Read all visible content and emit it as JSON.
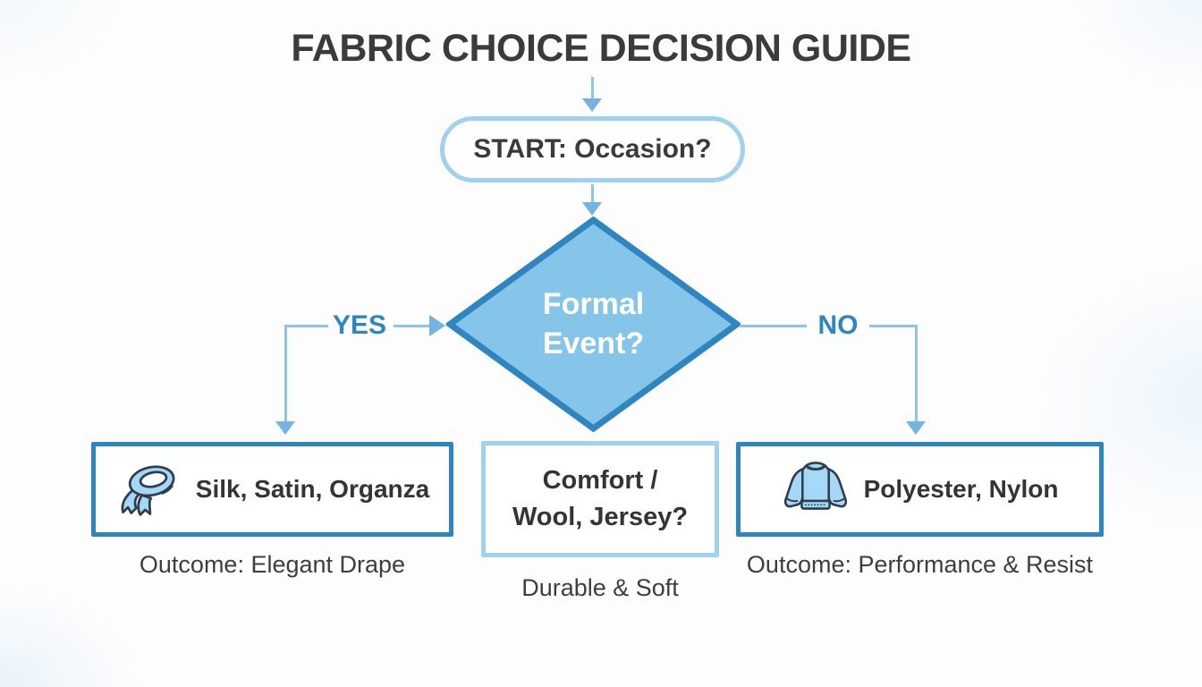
{
  "title": "FABRIC CHOICE DECISION GUIDE",
  "flow": {
    "start": {
      "label": "START: Occasion?"
    },
    "decision": {
      "line1": "Formal",
      "line2": "Event?"
    },
    "yes_label": "YES",
    "no_label": "NO",
    "outcomes": {
      "formal": {
        "icon": "scarf-icon",
        "label": "Silk, Satin, Organza",
        "note": "Outcome: Elegant Drape"
      },
      "middle": {
        "label_line1": "Comfort /",
        "label_line2": "Wool, Jersey?",
        "note": "Durable & Soft"
      },
      "casual": {
        "icon": "sweater-icon",
        "label": "Polyester, Nylon",
        "note": "Outcome: Performance & Resist"
      }
    }
  },
  "colors": {
    "accent_blue": "#2e86c1",
    "diamond_fill": "#85c5ea",
    "diamond_border": "#2e85c0",
    "connector_light_blue": "#8fc4e9",
    "arrowhead_blue": "#74b4e2",
    "start_pill_border": "#a0d2ef",
    "middle_box_border": "#9fd2ef",
    "icon_fill": "#a5d8f4",
    "icon_outline": "#2f3e4e",
    "text_dark": "#3b3b3b",
    "background": "#fdfdfd"
  }
}
